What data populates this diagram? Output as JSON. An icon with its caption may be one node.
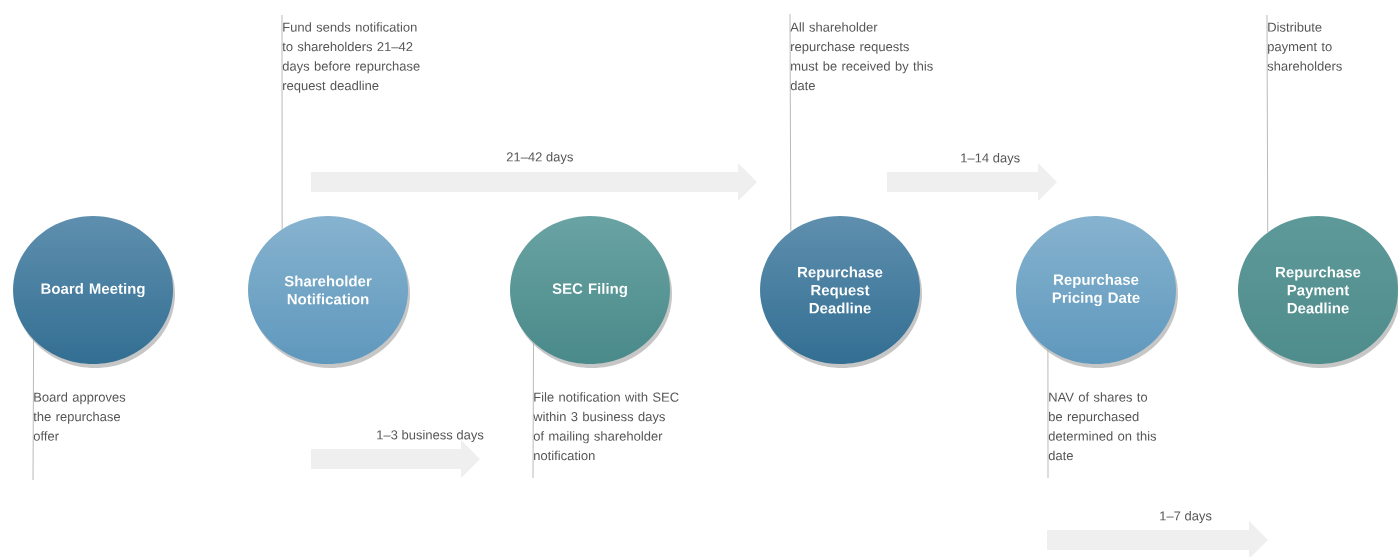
{
  "diagram": {
    "nodes": [
      {
        "text": [
          "Board Meeting"
        ]
      },
      {
        "text": [
          "Shareholder Notification"
        ]
      },
      {
        "text": [
          "SEC Filing"
        ]
      },
      {
        "text": [
          "Repurchase Request Deadline"
        ]
      },
      {
        "text": [
          "Repurchase Pricing Date"
        ]
      },
      {
        "text": [
          "Repurchase Payment Deadline"
        ]
      },
      {
        "text": [
          "Board approves the repurchase offer"
        ]
      },
      {
        "text": [
          "Fund sends notification to shareholders 21–42 days before repurchase request deadline"
        ]
      },
      {
        "text": [
          "File notification with SEC within 3 business days of mailing shareholder notification"
        ]
      },
      {
        "text": [
          "All shareholder repurchase requests must be received by this date"
        ]
      },
      {
        "text": [
          "NAV of shares to be repurchased determined on this date"
        ]
      },
      {
        "text": [
          "Distribute payment to shareholders"
        ]
      }
    ],
    "edges": [
      {
        "from": 6,
        "to": 0,
        "arrow": "none"
      },
      {
        "from": 7,
        "to": 1,
        "arrow": "none"
      },
      {
        "from": 8,
        "to": 2,
        "arrow": "none"
      },
      {
        "from": 9,
        "to": 3,
        "arrow": "none"
      },
      {
        "from": 10,
        "to": 4,
        "arrow": "none"
      },
      {
        "from": 11,
        "to": 5,
        "arrow": "none"
      }
    ],
    "labels": [
      "21–42 days",
      "1–14 days",
      "1–3 business days",
      "1–7 days"
    ]
  }
}
